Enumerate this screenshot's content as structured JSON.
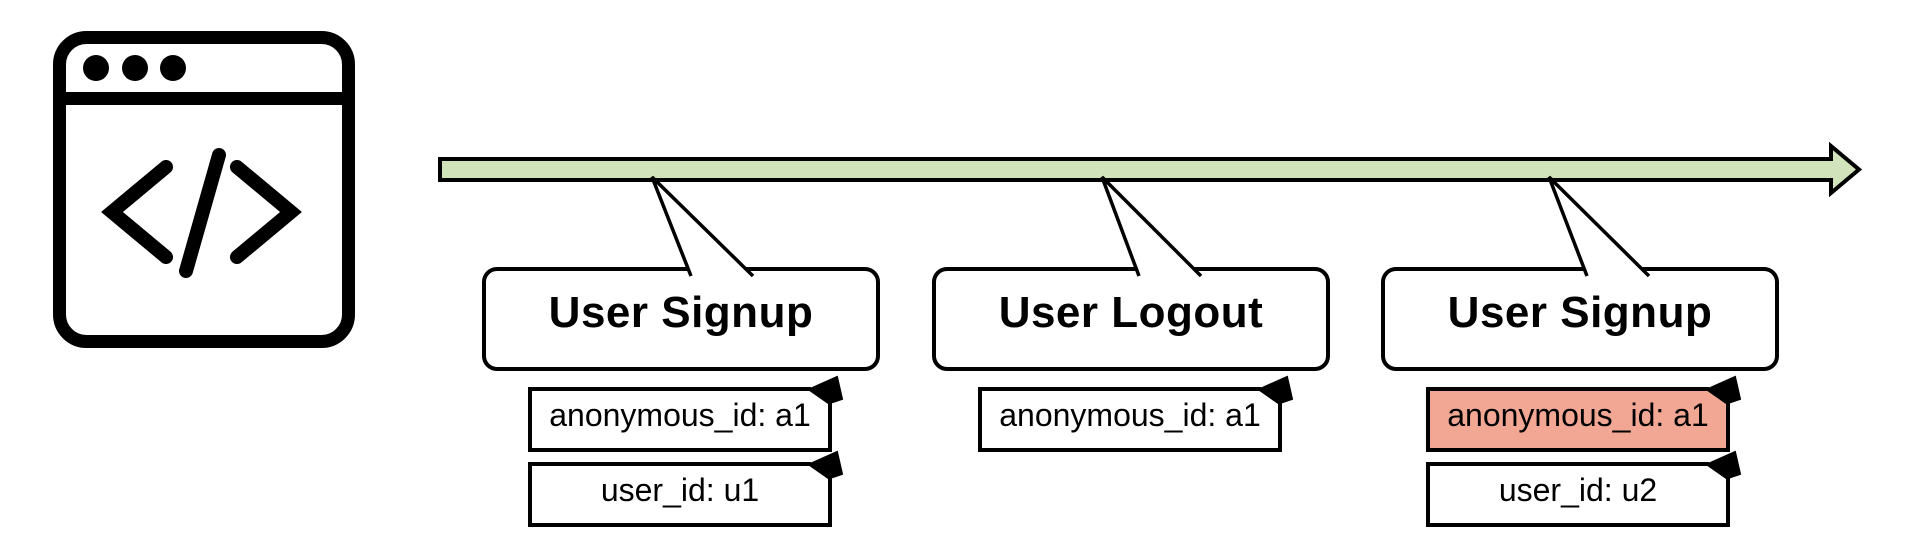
{
  "diagram": {
    "description": "Identity resolution event timeline diagram",
    "icon": {
      "name": "browser-window-code-icon",
      "glyph": "</>"
    },
    "timeline": {
      "direction": "right",
      "fill": "#D0E3BA"
    },
    "colors": {
      "stroke": "#000000",
      "box_fill": "#FFFFFF",
      "tag_default_fill": "#FFFFFF",
      "tag_highlight_fill": "#F2A794"
    },
    "events": [
      {
        "title": "User Signup",
        "tags": [
          {
            "label": "anonymous_id: a1",
            "highlighted": false
          },
          {
            "label": "user_id: u1",
            "highlighted": false
          }
        ]
      },
      {
        "title": "User Logout",
        "tags": [
          {
            "label": "anonymous_id: a1",
            "highlighted": false
          }
        ]
      },
      {
        "title": "User Signup",
        "tags": [
          {
            "label": "anonymous_id: a1",
            "highlighted": true
          },
          {
            "label": "user_id: u2",
            "highlighted": false
          }
        ]
      }
    ]
  }
}
